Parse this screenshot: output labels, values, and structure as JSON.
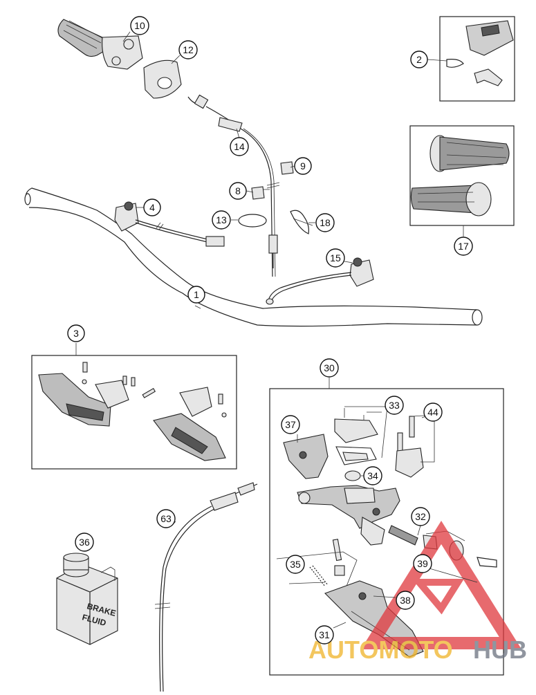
{
  "callouts": [
    {
      "id": "c10",
      "label": "10"
    },
    {
      "id": "c12",
      "label": "12"
    },
    {
      "id": "c2",
      "label": "2"
    },
    {
      "id": "c14",
      "label": "14"
    },
    {
      "id": "c9",
      "label": "9"
    },
    {
      "id": "c8",
      "label": "8"
    },
    {
      "id": "c4",
      "label": "4"
    },
    {
      "id": "c13",
      "label": "13"
    },
    {
      "id": "c18",
      "label": "18"
    },
    {
      "id": "c17",
      "label": "17"
    },
    {
      "id": "c15",
      "label": "15"
    },
    {
      "id": "c1",
      "label": "1"
    },
    {
      "id": "c3",
      "label": "3"
    },
    {
      "id": "c30",
      "label": "30"
    },
    {
      "id": "c33",
      "label": "33"
    },
    {
      "id": "c44",
      "label": "44"
    },
    {
      "id": "c37",
      "label": "37"
    },
    {
      "id": "c34",
      "label": "34"
    },
    {
      "id": "c63",
      "label": "63"
    },
    {
      "id": "c36",
      "label": "36"
    },
    {
      "id": "c32",
      "label": "32"
    },
    {
      "id": "c35",
      "label": "35"
    },
    {
      "id": "c39",
      "label": "39"
    },
    {
      "id": "c38",
      "label": "38"
    },
    {
      "id": "c31",
      "label": "31"
    }
  ],
  "brake_fluid_label": [
    "BRAKE",
    "FLUID"
  ],
  "watermark": {
    "part1": "AUTOMOTO",
    "part2": "HUB",
    "color1": "#f0b429",
    "color2": "#6b7280",
    "logo_color": "#e0393e"
  }
}
